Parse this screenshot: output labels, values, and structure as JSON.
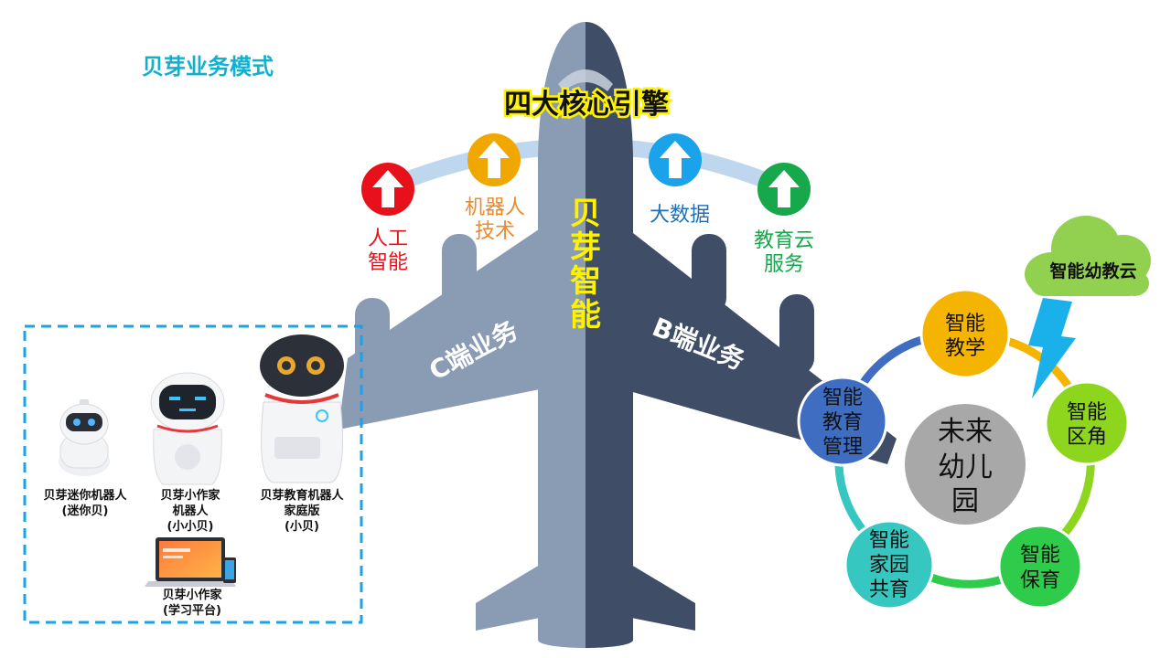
{
  "title": "贝芽业务模式",
  "engine_title": "四大核心引擎",
  "center_brand": [
    "贝",
    "芽",
    "智",
    "能"
  ],
  "left_wing_label": "C端业务",
  "right_wing_label": "B端业务",
  "engines": [
    {
      "lines": [
        "人工",
        "智能"
      ],
      "color": "#e8101a"
    },
    {
      "lines": [
        "机器人",
        "技术"
      ],
      "color": "#f0a800"
    },
    {
      "lines": [
        "大数据"
      ],
      "color": "#1aa3ea"
    },
    {
      "lines": [
        "教育云",
        "服务"
      ],
      "color": "#16a84a"
    }
  ],
  "products": [
    {
      "lines": [
        "贝芽迷你机器人",
        "(迷你贝)"
      ]
    },
    {
      "lines": [
        "贝芽小作家",
        "机器人",
        "(小小贝)"
      ]
    },
    {
      "lines": [
        "贝芽教育机器人",
        "家庭版",
        "(小贝)"
      ]
    },
    {
      "lines": [
        "贝芽小作家",
        "(学习平台)"
      ]
    }
  ],
  "cloud_label": "智能幼教云",
  "hub_center": [
    "未来",
    "幼儿",
    "园"
  ],
  "hub_nodes": [
    {
      "lines": [
        "智能",
        "教学"
      ],
      "color": "#f5b400"
    },
    {
      "lines": [
        "智能",
        "区角"
      ],
      "color": "#8ed61e"
    },
    {
      "lines": [
        "智能",
        "保育"
      ],
      "color": "#2fcb4a"
    },
    {
      "lines": [
        "智能",
        "家园",
        "共育"
      ],
      "color": "#36c8c0"
    },
    {
      "lines": [
        "智能",
        "教育",
        "管理"
      ],
      "color": "#3e6dc2"
    }
  ],
  "colors": {
    "title": "#12b0cf",
    "plane_left": "#8a9bb4",
    "plane_right": "#3f4e66",
    "brand_text": "#fff200",
    "arc": "#bed6ee",
    "dashed_box": "#1aa3ea",
    "hub_center": "#a8a8a8",
    "cloud": "#92d050",
    "lightning": "#1ab0ea"
  }
}
